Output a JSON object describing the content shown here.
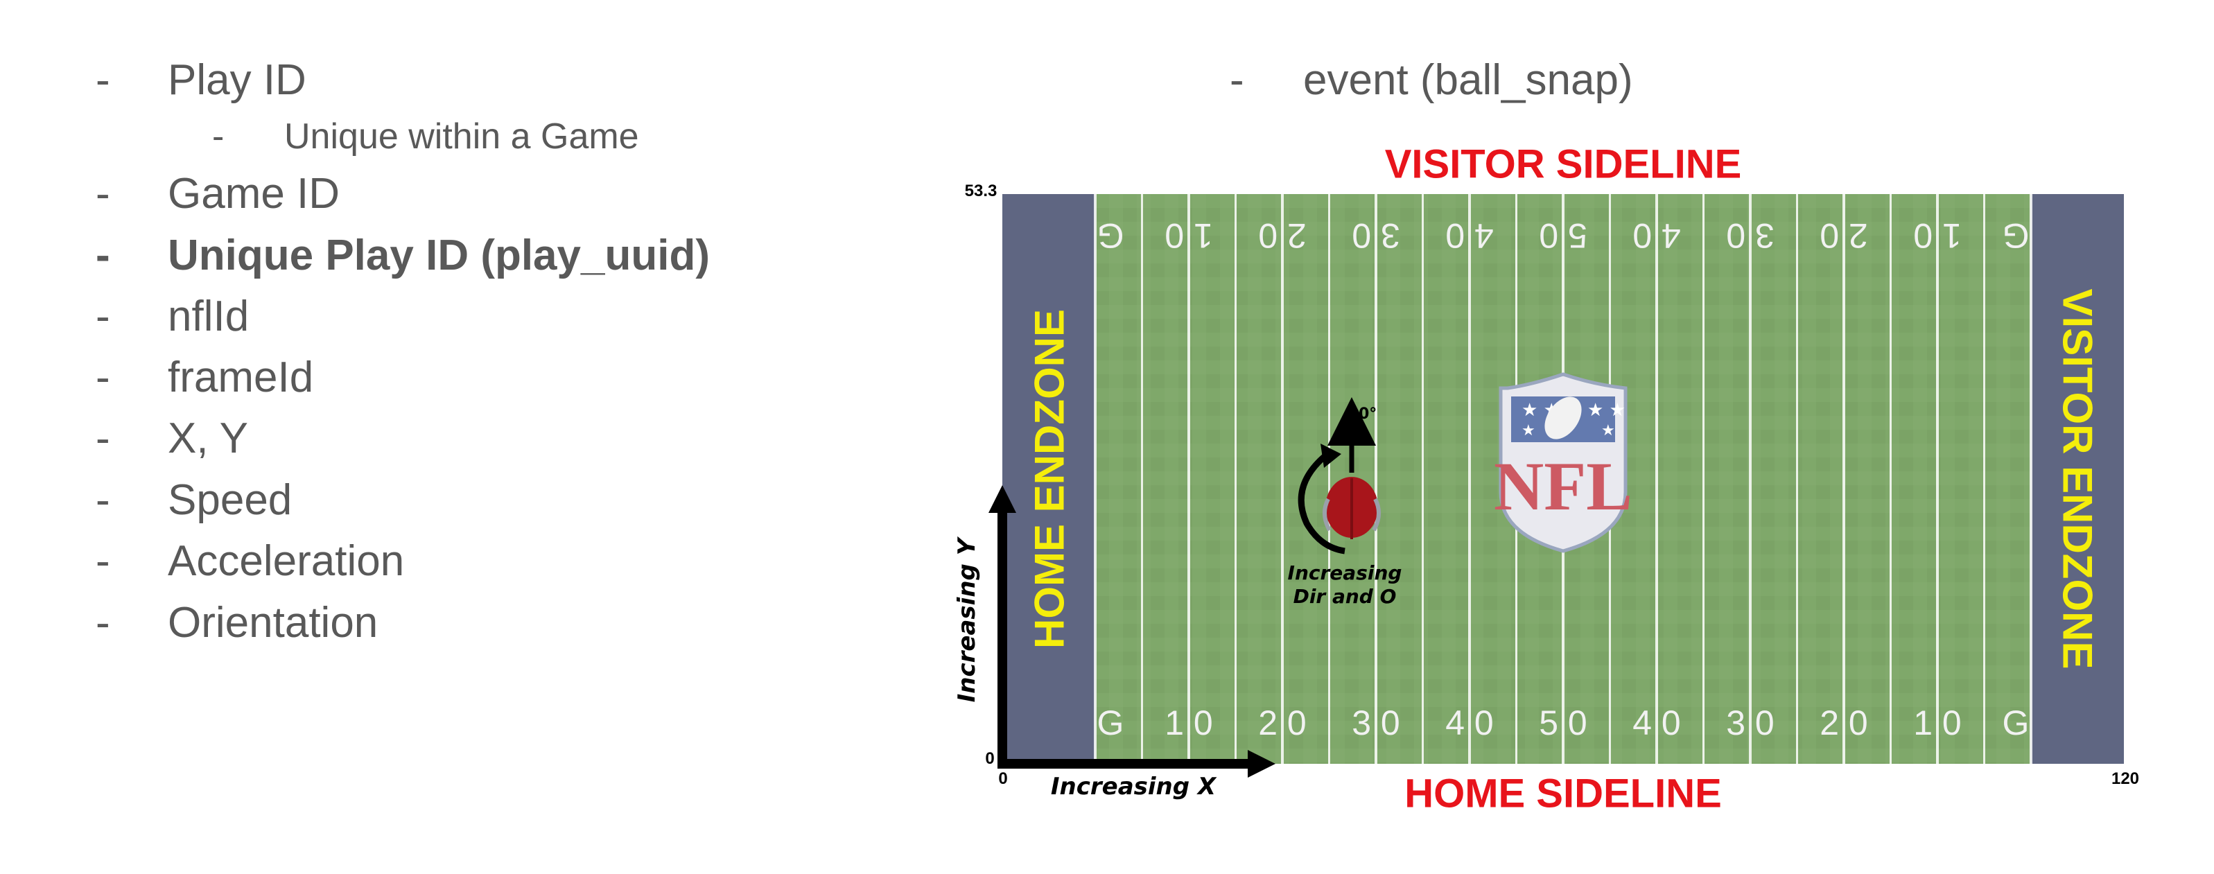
{
  "bullets_left": [
    {
      "dash": "-",
      "text": "Play ID",
      "level": 1
    },
    {
      "dash": "-",
      "text": "Unique within a Game",
      "level": 2
    },
    {
      "dash": "-",
      "text": "Game ID",
      "level": 1
    },
    {
      "dash": "-",
      "text": "Unique Play ID (play_uuid)",
      "level": 1,
      "bold": true
    },
    {
      "dash": "-",
      "text": "nflId",
      "level": 1
    },
    {
      "dash": "-",
      "text": "frameId",
      "level": 1
    },
    {
      "dash": "-",
      "text": "X, Y",
      "level": 1
    },
    {
      "dash": "-",
      "text": "Speed",
      "level": 1
    },
    {
      "dash": "-",
      "text": "Acceleration",
      "level": 1
    },
    {
      "dash": "-",
      "text": "Orientation",
      "level": 1
    }
  ],
  "bullet_right": {
    "dash": "-",
    "text": "event (ball_snap)"
  },
  "field": {
    "visitor_sideline": "VISITOR SIDELINE",
    "home_sideline": "HOME SIDELINE",
    "home_endzone": "HOME ENDZONE",
    "visitor_endzone": "VISITOR ENDZONE",
    "yard_numbers_bottom": [
      "G",
      "1 0",
      "2 0",
      "3 0",
      "4 0",
      "5 0",
      "4 0",
      "3 0",
      "2 0",
      "1 0",
      "G"
    ],
    "yard_numbers_top": [
      "G",
      "1 0",
      "2 0",
      "3 0",
      "4 0",
      "5 0",
      "4 0",
      "3 0",
      "2 0",
      "1 0",
      "G"
    ],
    "logo_text": "NFL",
    "colors": {
      "turf": "#7fa86a",
      "turf_dark": "#6f9a5c",
      "endzone": "#5f6682",
      "sideline_text": "#e8141b",
      "endzone_text": "#f5ee0b",
      "helmet": "#a8151b"
    }
  },
  "axes": {
    "y_max_label": "53.3",
    "y_min_label": "0",
    "x_min_label": "0",
    "x_max_label": "120",
    "x_axis_label": "Increasing X",
    "y_axis_label": "Increasing Y",
    "angle_label": "0°",
    "rotation_label_line1": "Increasing",
    "rotation_label_line2": "Dir and O"
  }
}
